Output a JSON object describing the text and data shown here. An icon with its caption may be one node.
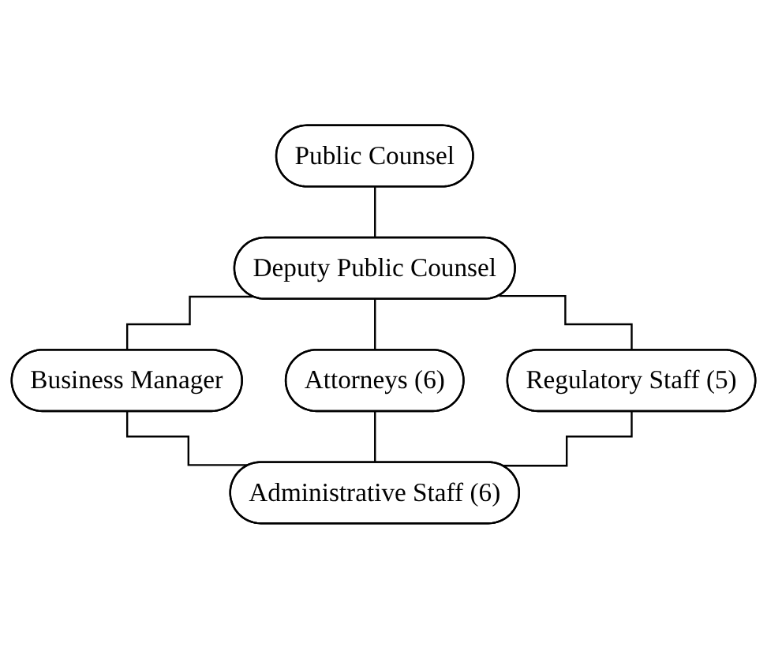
{
  "diagram": {
    "nodes": [
      {
        "text": [
          "Public Counsel"
        ]
      },
      {
        "text": [
          "Deputy Public Counsel"
        ]
      },
      {
        "text": [
          "Business Manager"
        ]
      },
      {
        "text": [
          "Attorneys (6)"
        ]
      },
      {
        "text": [
          "Regulatory Staff (5)"
        ]
      },
      {
        "text": [
          "Administrative Staff (6)"
        ]
      }
    ],
    "edges": [
      {
        "from": 0,
        "to": 1,
        "arrow": "none"
      },
      {
        "from": 1,
        "to": 2,
        "arrow": "none"
      },
      {
        "from": 1,
        "to": 3,
        "arrow": "none"
      },
      {
        "from": 1,
        "to": 4,
        "arrow": "none"
      },
      {
        "from": 2,
        "to": 5,
        "arrow": "none"
      },
      {
        "from": 3,
        "to": 5,
        "arrow": "none"
      },
      {
        "from": 4,
        "to": 5,
        "arrow": "none"
      }
    ]
  }
}
